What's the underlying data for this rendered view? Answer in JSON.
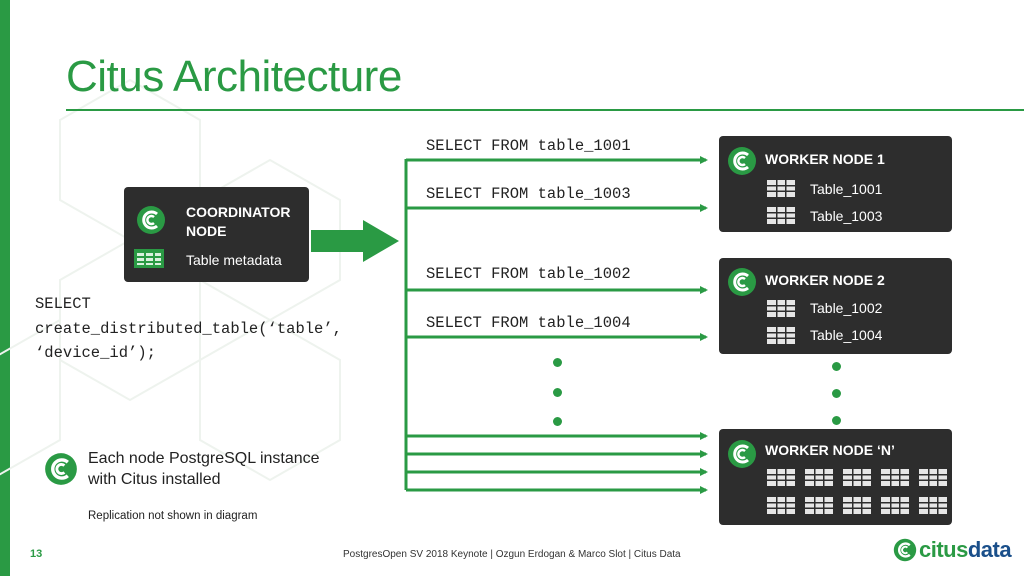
{
  "title": "Citus Architecture",
  "coordinator": {
    "label_line1": "COORDINATOR",
    "label_line2": "NODE",
    "metadata_label": "Table metadata"
  },
  "create_sql": {
    "line1": "SELECT",
    "line2": "create_distributed_table(‘table’,",
    "line3": "‘device_id’);"
  },
  "queries": [
    "SELECT FROM table_1001",
    "SELECT FROM table_1003",
    "SELECT FROM table_1002",
    "SELECT FROM table_1004"
  ],
  "workers": [
    {
      "name": "WORKER NODE 1",
      "tables": [
        "Table_1001",
        "Table_1003"
      ]
    },
    {
      "name": "WORKER NODE 2",
      "tables": [
        "Table_1002",
        "Table_1004"
      ]
    },
    {
      "name": "WORKER NODE ‘N’",
      "tables": []
    }
  ],
  "legend": {
    "line1": "Each node PostgreSQL instance",
    "line2": "with Citus installed",
    "note": "Replication not shown in diagram"
  },
  "footer": {
    "page_number": "13",
    "text": "PostgresOpen SV 2018 Keynote  |  Ozgun Erdogan & Marco Slot  |  Citus Data",
    "brand_part1": "citus",
    "brand_part2": "data"
  },
  "colors": {
    "accent": "#2a9a44",
    "node_bg": "#2d2d2d",
    "brand_blue": "#1a4f8a"
  }
}
